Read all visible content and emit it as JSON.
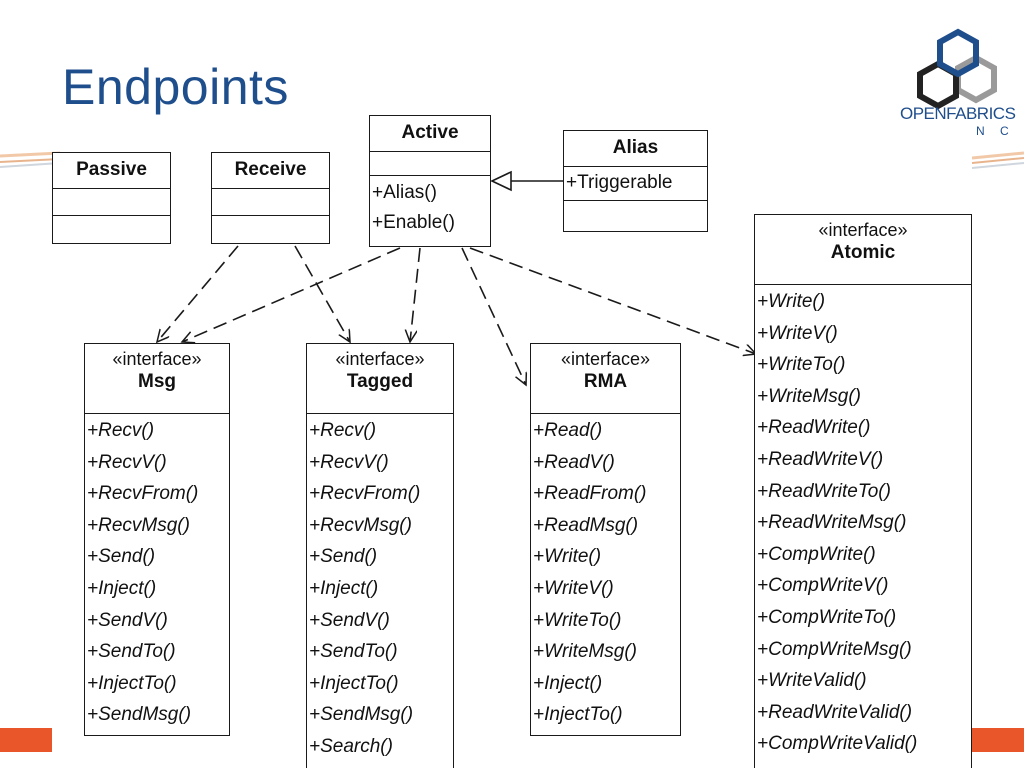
{
  "slide": {
    "title": "Endpoints"
  },
  "logo": {
    "name": "OPENFABRICS",
    "tagline": "N C E",
    "icon": "hexagon-logo-icon"
  },
  "colors": {
    "title": "#1f4e8c",
    "accent_orange": "#e8562a",
    "line": "#1a1a1a"
  },
  "classes": {
    "passive": {
      "name": "Passive",
      "operations": []
    },
    "receive": {
      "name": "Receive",
      "operations": []
    },
    "active": {
      "name": "Active",
      "operations": [
        "+Alias()",
        "+Enable()"
      ]
    },
    "alias": {
      "name": "Alias",
      "operations": [
        "+Triggerable"
      ]
    },
    "msg": {
      "stereotype": "«interface»",
      "name": "Msg",
      "operations": [
        "+Recv()",
        "+RecvV()",
        "+RecvFrom()",
        "+RecvMsg()",
        "+Send()",
        "+Inject()",
        "+SendV()",
        "+SendTo()",
        "+InjectTo()",
        "+SendMsg()"
      ]
    },
    "tagged": {
      "stereotype": "«interface»",
      "name": "Tagged",
      "operations": [
        "+Recv()",
        "+RecvV()",
        "+RecvFrom()",
        "+RecvMsg()",
        "+Send()",
        "+Inject()",
        "+SendV()",
        "+SendTo()",
        "+InjectTo()",
        "+SendMsg()",
        "+Search()"
      ]
    },
    "rma": {
      "stereotype": "«interface»",
      "name": "RMA",
      "operations": [
        "+Read()",
        "+ReadV()",
        "+ReadFrom()",
        "+ReadMsg()",
        "+Write()",
        "+WriteV()",
        "+WriteTo()",
        "+WriteMsg()",
        "+Inject()",
        "+InjectTo()"
      ]
    },
    "atomic": {
      "stereotype": "«interface»",
      "name": "Atomic",
      "operations": [
        "+Write()",
        "+WriteV()",
        "+WriteTo()",
        "+WriteMsg()",
        "+ReadWrite()",
        "+ReadWriteV()",
        "+ReadWriteTo()",
        "+ReadWriteMsg()",
        "+CompWrite()",
        "+CompWriteV()",
        "+CompWriteTo()",
        "+CompWriteMsg()",
        "+WriteValid()",
        "+ReadWriteValid()",
        "+CompWriteValid()"
      ]
    }
  }
}
